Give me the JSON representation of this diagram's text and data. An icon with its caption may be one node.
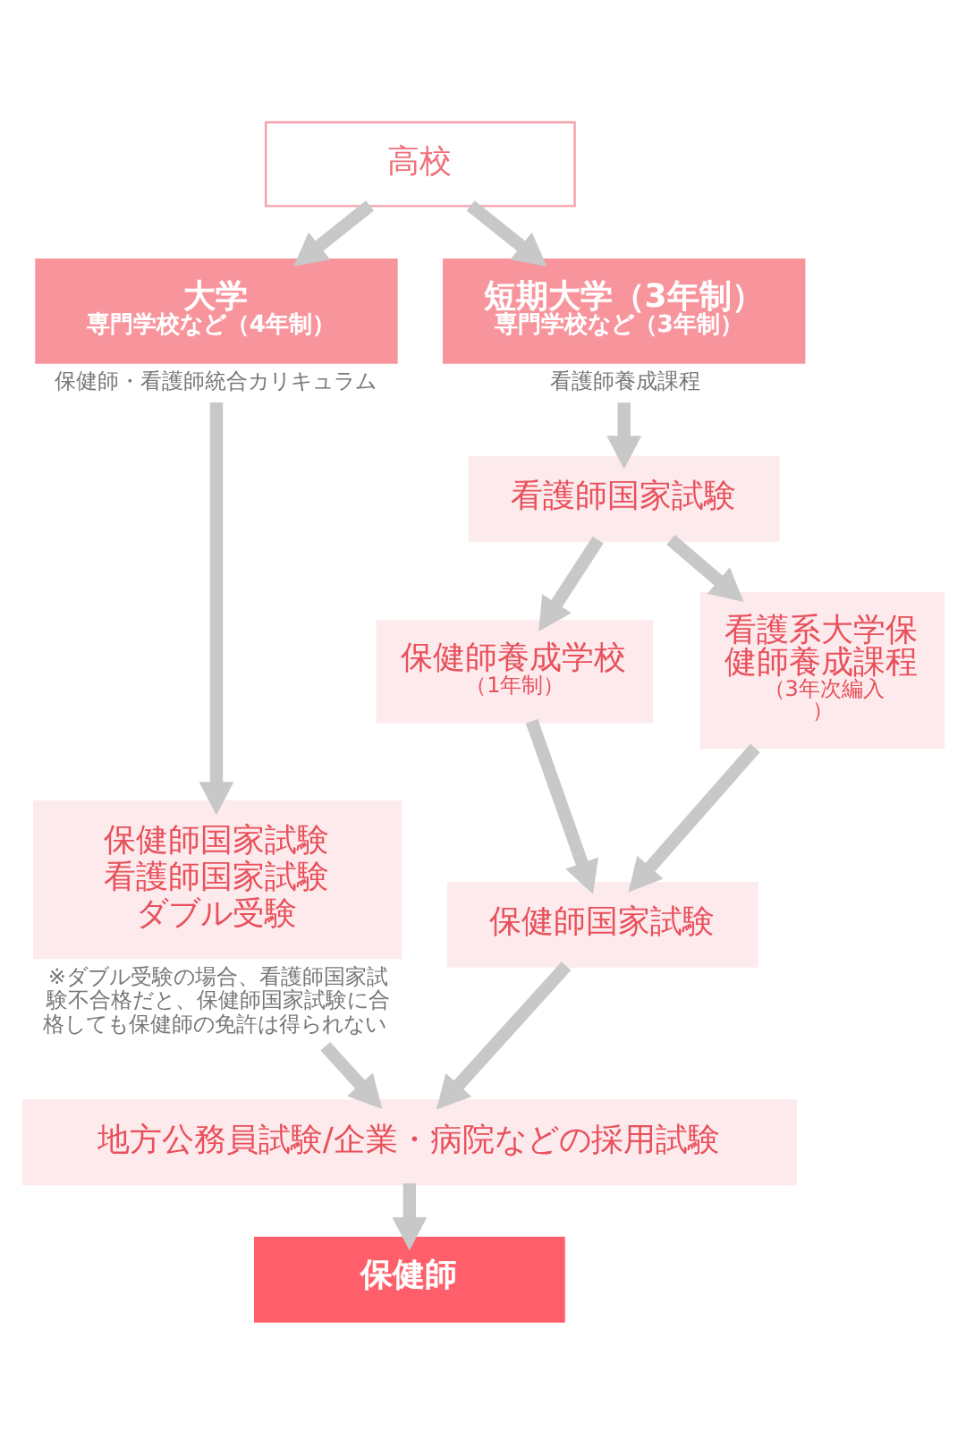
{
  "diagram": {
    "nodes": [
      {
        "text": [
          "高校"
        ]
      },
      {
        "text": [
          "大学",
          "専門学校など（4年制）"
        ],
        "beside": [
          "保健師・看護師統合カリキュラム"
        ]
      },
      {
        "text": [
          "短期大学（3年制）",
          "専門学校など（3年制）"
        ],
        "beside": [
          "看護師養成課程"
        ]
      },
      {
        "text": [
          "保健師国家試験",
          "看護師国家試験",
          "ダブル受験"
        ],
        "beside": [
          "※ダブル受験の場合、看護師国家試験不合格だと、保健師国家試験に合格しても保健師の免許は得られない"
        ]
      },
      {
        "text": [
          "看護師国家試験"
        ]
      },
      {
        "text": [
          "保健師養成学校",
          "（1年制）"
        ]
      },
      {
        "text": [
          "看護系大学保健師養成課程",
          "（3年次編入）"
        ]
      },
      {
        "text": [
          "保健師国家試験"
        ]
      },
      {
        "text": [
          "地方公務員試験/企業・病院などの採用試験"
        ]
      },
      {
        "text": [
          "保健師"
        ]
      }
    ],
    "edges": [
      {
        "from": 0,
        "to": 1,
        "arrow": "to"
      },
      {
        "from": 0,
        "to": 2,
        "arrow": "to"
      },
      {
        "from": 1,
        "to": 3,
        "arrow": "to"
      },
      {
        "from": 2,
        "to": 4,
        "arrow": "to"
      },
      {
        "from": 4,
        "to": 5,
        "arrow": "to"
      },
      {
        "from": 4,
        "to": 6,
        "arrow": "to"
      },
      {
        "from": 5,
        "to": 7,
        "arrow": "to"
      },
      {
        "from": 6,
        "to": 7,
        "arrow": "to"
      },
      {
        "from": 3,
        "to": 8,
        "arrow": "to"
      },
      {
        "from": 7,
        "to": 8,
        "arrow": "to"
      },
      {
        "from": 8,
        "to": 9,
        "arrow": "to"
      }
    ]
  }
}
